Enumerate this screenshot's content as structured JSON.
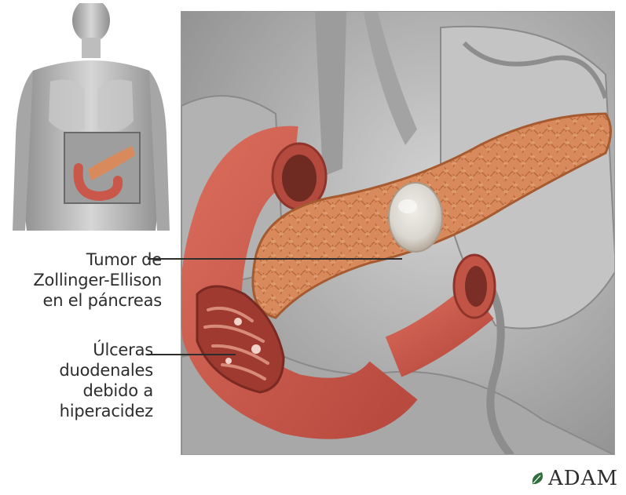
{
  "labels": {
    "tumor": [
      "Tumor de",
      "Zollinger-Ellison",
      "en el páncreas"
    ],
    "ulcers": [
      "Úlceras",
      "duodenales",
      "debido a",
      "hiperacidez"
    ]
  },
  "brand": {
    "name": "ADAM",
    "mark_icon": "leaf-icon"
  },
  "colors": {
    "pancreas": "#d98a5c",
    "duodenum": "#c9574a",
    "tumor": "#d9d6cf",
    "background_gray": "#a9a9a9",
    "label_text": "#2d2d2d"
  }
}
